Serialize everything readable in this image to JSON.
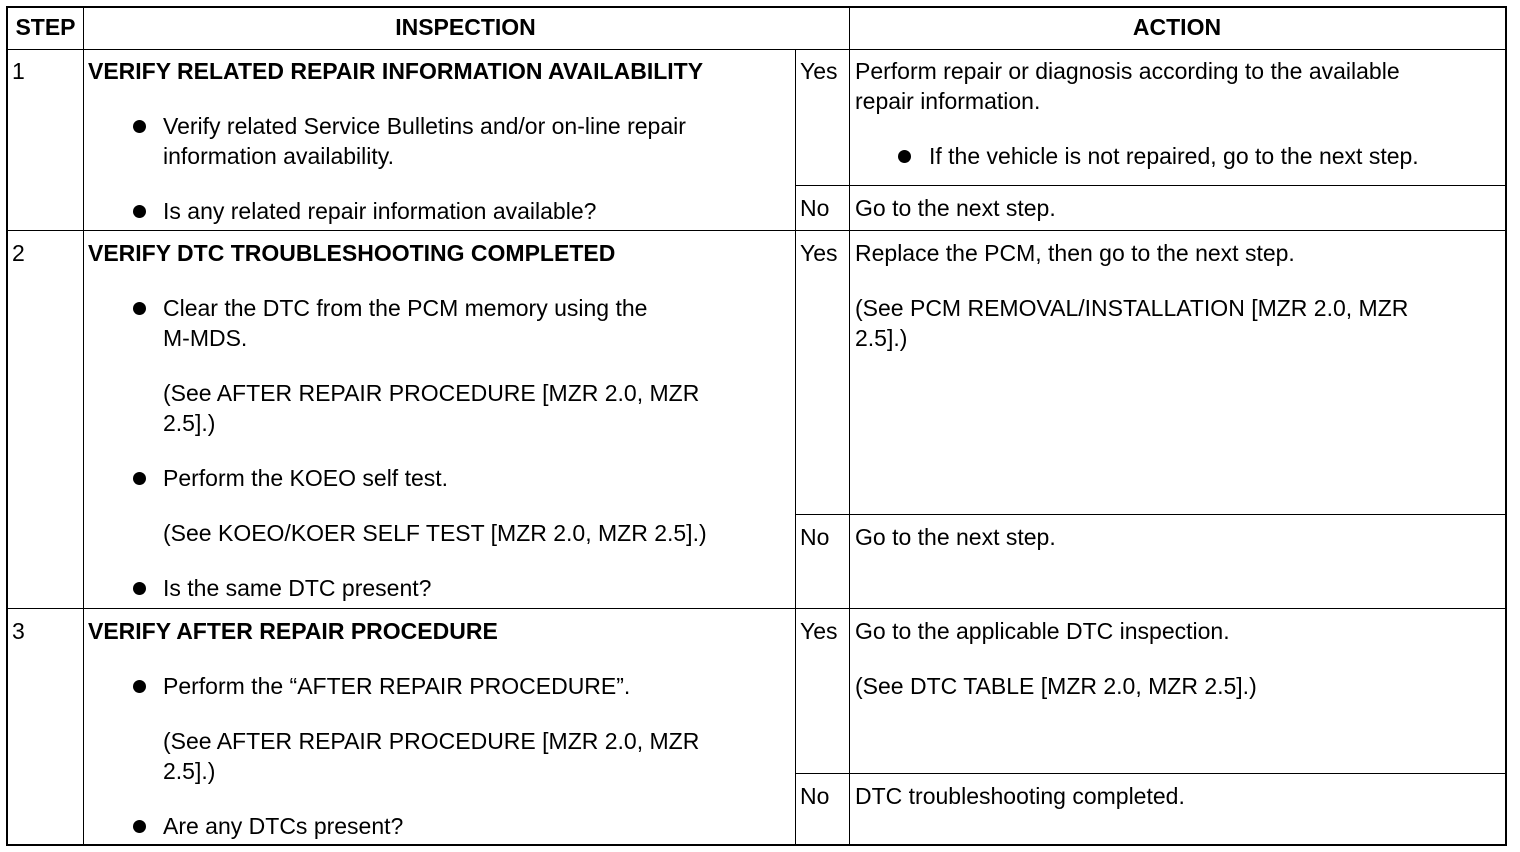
{
  "header": {
    "step": "STEP",
    "inspection": "INSPECTION",
    "action": "ACTION"
  },
  "steps": [
    {
      "number": "1",
      "title": "VERIFY RELATED REPAIR INFORMATION AVAILABILITY",
      "items": [
        {
          "bullet": true,
          "lines": [
            "Verify related Service Bulletins and/or on-line repair",
            "information availability."
          ]
        },
        {
          "bullet": true,
          "lines": [
            "Is any related repair information available?"
          ]
        }
      ],
      "yes": {
        "label": "Yes",
        "lines": [
          "Perform repair or diagnosis according to the available",
          "repair information."
        ],
        "bullet": "If the vehicle is not repaired, go to the next step."
      },
      "no": {
        "label": "No",
        "lines": [
          "Go to the next step."
        ]
      }
    },
    {
      "number": "2",
      "title": "VERIFY DTC TROUBLESHOOTING COMPLETED",
      "items": [
        {
          "bullet": true,
          "lines": [
            "Clear the DTC from the PCM memory using the",
            "M-MDS."
          ]
        },
        {
          "bullet": false,
          "lines": [
            "(See AFTER REPAIR PROCEDURE [MZR 2.0, MZR",
            "2.5].)"
          ]
        },
        {
          "bullet": true,
          "lines": [
            "Perform the KOEO self test."
          ]
        },
        {
          "bullet": false,
          "lines": [
            "(See KOEO/KOER SELF TEST [MZR 2.0, MZR 2.5].)"
          ]
        },
        {
          "bullet": true,
          "lines": [
            "Is the same DTC present?"
          ]
        }
      ],
      "yes": {
        "label": "Yes",
        "lines": [
          "Replace the PCM, then go to the next step."
        ],
        "ref": [
          "(See PCM REMOVAL/INSTALLATION [MZR 2.0, MZR",
          "2.5].)"
        ]
      },
      "no": {
        "label": "No",
        "lines": [
          "Go to the next step."
        ]
      }
    },
    {
      "number": "3",
      "title": "VERIFY AFTER REPAIR PROCEDURE",
      "items": [
        {
          "bullet": true,
          "lines": [
            "Perform the “AFTER REPAIR PROCEDURE”."
          ]
        },
        {
          "bullet": false,
          "lines": [
            "(See AFTER REPAIR PROCEDURE [MZR 2.0, MZR",
            "2.5].)"
          ]
        },
        {
          "bullet": true,
          "lines": [
            "Are any DTCs present?"
          ]
        }
      ],
      "yes": {
        "label": "Yes",
        "lines": [
          "Go to the applicable DTC inspection."
        ],
        "ref": [
          "(See DTC TABLE [MZR 2.0, MZR 2.5].)"
        ]
      },
      "no": {
        "label": "No",
        "lines": [
          "DTC troubleshooting completed."
        ]
      }
    }
  ]
}
